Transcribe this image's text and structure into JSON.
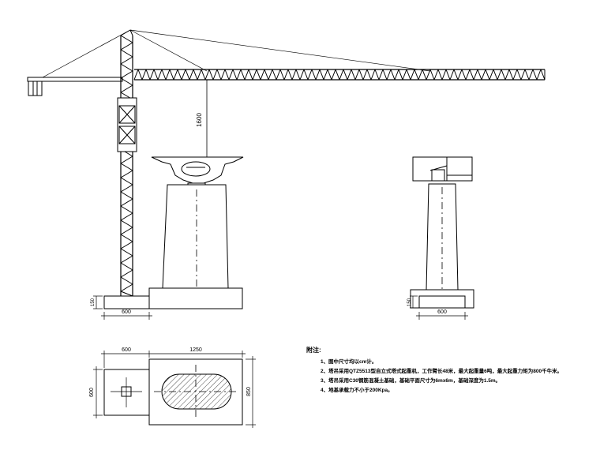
{
  "dimensions": {
    "tower_height": "1600",
    "base_width_front": "600",
    "base_width_side": "600",
    "base_height_small": "150",
    "plan_width_left": "600",
    "plan_width_right": "1250",
    "plan_height_left": "600",
    "plan_height_right": "850"
  },
  "notes": {
    "title": "附注:",
    "items": [
      {
        "num": "1、",
        "text": "图中尺寸均以cm计。"
      },
      {
        "num": "2、",
        "text": "塔吊采用QTZ5513型自立式塔式起重机，工作臂长48米，最大起重量6吨，最大起重力矩为800千牛米。"
      },
      {
        "num": "3、",
        "text": "塔吊采用C30钢筋混凝土基础，基础平面尺寸为6mx6m，基础深度为1.5m。"
      },
      {
        "num": "4、",
        "text": "地基承载力不小于200Kpa。"
      }
    ]
  }
}
